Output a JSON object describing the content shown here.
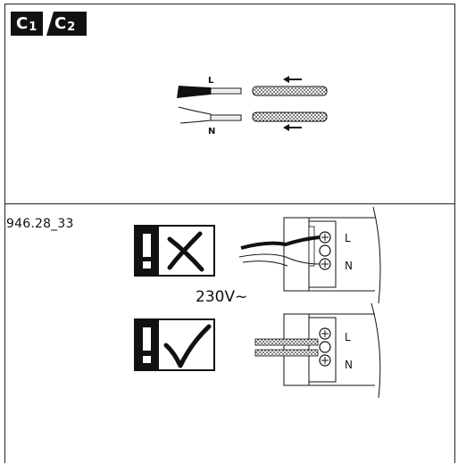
{
  "tabs": [
    {
      "letter": "C",
      "sub": "1"
    },
    {
      "letter": "C",
      "sub": "2"
    }
  ],
  "wire_labels": {
    "live": "L",
    "neutral": "N"
  },
  "terminal_labels": {
    "live": "L",
    "neutral": "N"
  },
  "reference_code": "946.28_33",
  "voltage": "230V~",
  "icons": {
    "wrong": "exclamation-cross-icon",
    "correct": "exclamation-check-icon"
  }
}
